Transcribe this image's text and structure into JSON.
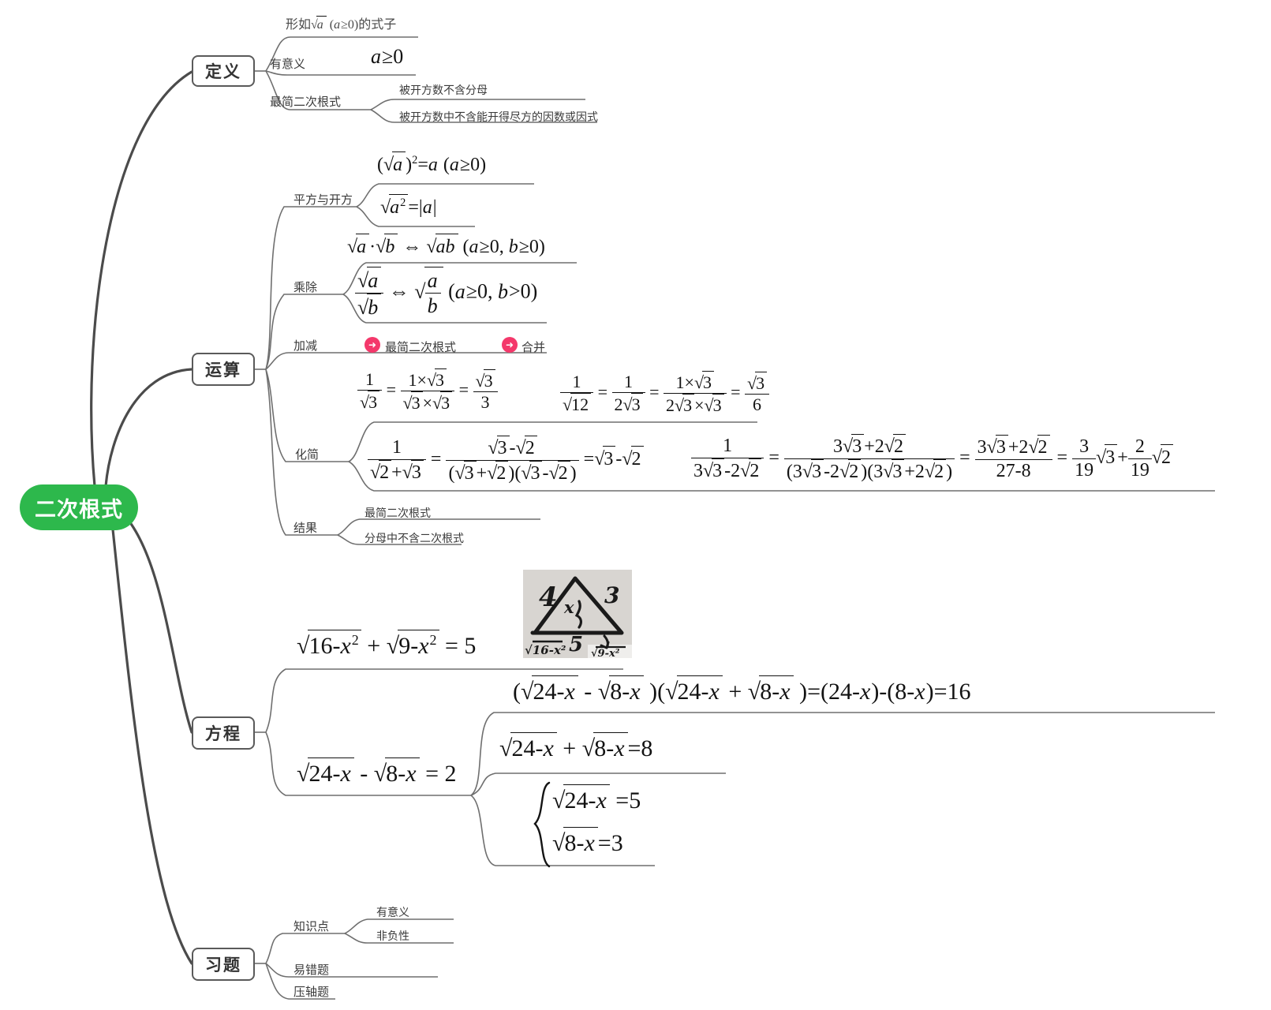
{
  "root": {
    "label": "二次根式"
  },
  "colors": {
    "root_bg": "#2db84c",
    "arrow_icon": "#f4386b",
    "wire": "#6f6f6f",
    "thick_wire": "#4b4b4b"
  },
  "icons": {
    "arrow_glyph": "➜"
  },
  "branches": {
    "definition": {
      "label": "定义",
      "form": "形如\\s{\\i{a}} (\\i{a}≥0)的式子",
      "meaningful_label": "有意义",
      "meaningful_value": "\\i{a}≥0",
      "simplest_label": "最简二次根式",
      "simplest_children": [
        "被开方数不含分母",
        "被开方数中不含能开得尽方的因数或因式"
      ]
    },
    "operations": {
      "label": "运算",
      "square_label": "平方与开方",
      "square_f1": "(\\s{\\i{a}})^{2}=\\i{a}  (\\i{a}≥0)",
      "square_f2": "\\s{\\i{a}^{2}}=|\\i{a}|",
      "muldiv_label": "乘除",
      "muldiv_f1": "\\s{\\i{a}}·\\s{\\i{b}} ⇔ \\s{\\i{ab}}  (\\i{a}≥0, \\i{b}≥0)",
      "muldiv_f2": "\\f{\\s{\\i{a}}}{\\s{\\i{b}}} ⇔ \\s{\\f{\\i{a}}{\\i{b}}}  (\\i{a}≥0, \\i{b}>0)",
      "addsub_label": "加减",
      "addsub_step1": "最简二次根式",
      "addsub_step2": "合并",
      "simplify_label": "化简",
      "simplify_f1": "\\f{1}{\\s{3}} = \\f{1×\\s{3}}{\\s{3}×\\s{3}} = \\f{\\s{3}}{3}",
      "simplify_f2": "\\f{1}{\\s{12}} = \\f{1}{2\\s{3}} = \\f{1×\\s{3}}{2\\s{3}×\\s{3}} = \\f{\\s{3}}{6}",
      "simplify_f3": "\\f{1}{\\s{2}+\\s{3}} = \\f{\\s{3}-\\s{2}}{(\\s{3}+\\s{2})(\\s{3}-\\s{2})} =\\s{3}-\\s{2}",
      "simplify_f4": "\\f{1}{3\\s{3}-2\\s{2}} = \\f{3\\s{3}+2\\s{2}}{(3\\s{3}-2\\s{2})(3\\s{3}+2\\s{2})} = \\f{3\\s{3}+2\\s{2}}{27-8} = \\f{3}{19}\\s{3}+\\f{2}{19}\\s{2}",
      "result_label": "结果",
      "result_children": [
        "最简二次根式",
        "分母中不含二次根式"
      ]
    },
    "equations": {
      "label": "方程",
      "eq1": "\\s{16-\\i{x}^{2}} + \\s{9-\\i{x}^{2}} = 5",
      "eq2": "\\s{24-\\i{x}} - \\s{8-\\i{x}} = 2",
      "eq2_product": "(\\s{24-\\i{x}} - \\s{8-\\i{x}} )(\\s{24-\\i{x}} + \\s{8-\\i{x}} )=(24-\\i{x})-(8-\\i{x})=16",
      "eq2_sum": "\\s{24-\\i{x}} + \\s{8-\\i{x}}=8",
      "system": [
        "\\s{24-\\i{x}} =5",
        "\\s{8-\\i{x}}=3"
      ],
      "sketch": {
        "left_side": "4",
        "right_side": "3",
        "height": "x",
        "base": "5",
        "left_expr": "√16-x²",
        "right_expr": "√9-x²"
      }
    },
    "exercises": {
      "label": "习题",
      "knowledge_label": "知识点",
      "knowledge_children": [
        "有意义",
        "非负性"
      ],
      "item2": "易错题",
      "item3": "压轴题"
    }
  }
}
